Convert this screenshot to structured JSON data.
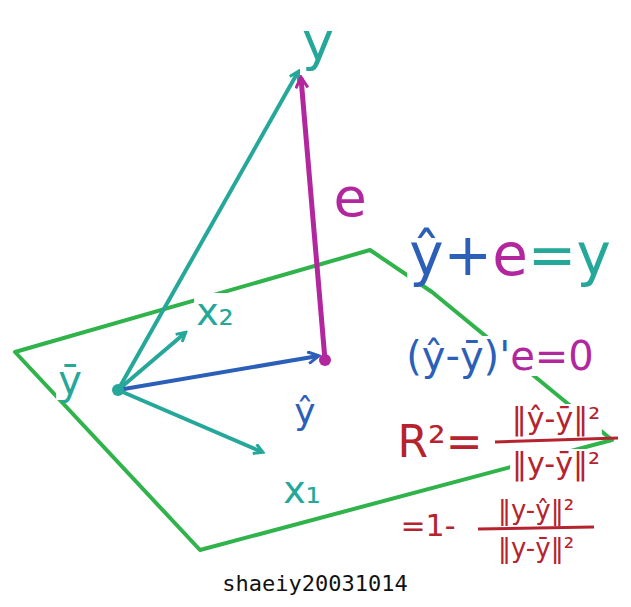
{
  "diagram": {
    "labels": [
      "y",
      "e",
      "ŷ+e=y",
      "x₂",
      "ȳ",
      "(ŷ-ȳ)'e=0",
      "ŷ",
      "R²=",
      "‖ŷ-ȳ‖²",
      "‖y-ȳ‖²",
      "x₁",
      "=1-",
      "‖y-ŷ‖²",
      "‖y-ȳ‖²",
      "shaeiy20031014"
    ]
  }
}
